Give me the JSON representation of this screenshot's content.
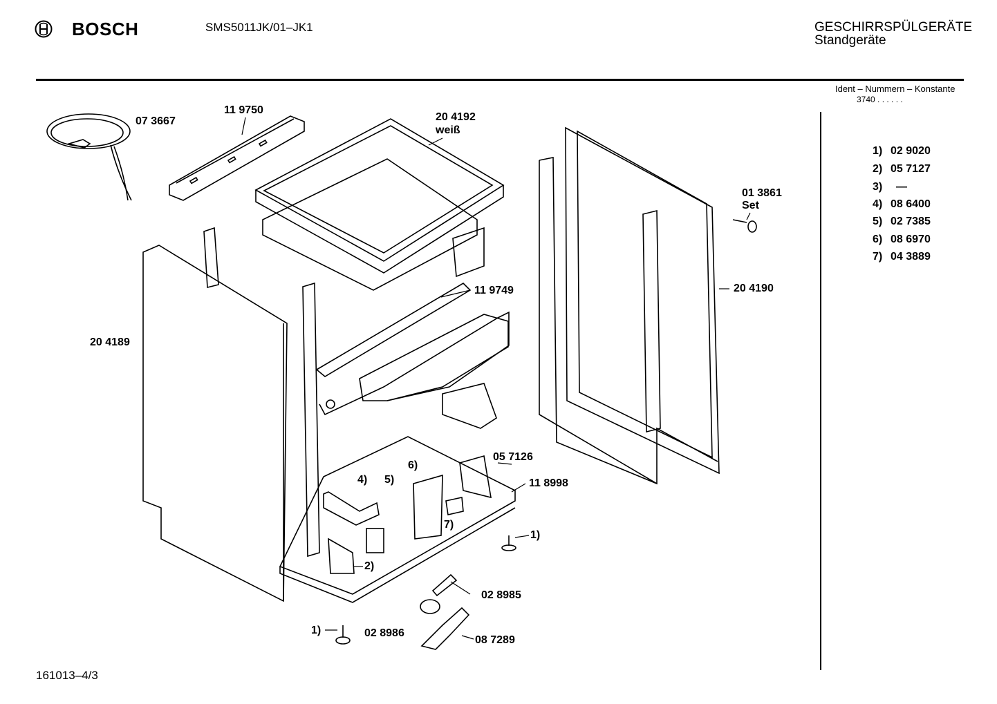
{
  "header": {
    "brand": "BOSCH",
    "model": "SMS5011JK/01–JK1",
    "category_line1": "GESCHIRRSPÜLGERÄTE",
    "category_line2": "Standgeräte"
  },
  "ident": {
    "label": "Ident – Nummern – Konstante",
    "value": "3740 . .   . . . ."
  },
  "legend": [
    {
      "key": "1)",
      "value": "02 9020"
    },
    {
      "key": "2)",
      "value": "05 7127"
    },
    {
      "key": "3)",
      "value": "—"
    },
    {
      "key": "4)",
      "value": "08 6400"
    },
    {
      "key": "5)",
      "value": "02 7385"
    },
    {
      "key": "6)",
      "value": "08 6970"
    },
    {
      "key": "7)",
      "value": "04 3889"
    }
  ],
  "part_labels": {
    "p073667": "07 3667",
    "p119750": "11 9750",
    "p204192": "20 4192",
    "p204192_note": "weiß",
    "p013861": "01 3861",
    "p013861_note": "Set",
    "p119749": "11 9749",
    "p204190": "20 4190",
    "p204189": "20 4189",
    "p057126": "05 7126",
    "p118998": "11 8998",
    "r4": "4)",
    "r5": "5)",
    "r6": "6)",
    "r7": "7)",
    "r1a": "1)",
    "r2": "2)",
    "p028985": "02 8985",
    "r1b": "1)",
    "p028986": "02 8986",
    "p087289": "08 7289"
  },
  "footer": {
    "code": "161013–4/3"
  },
  "icons": {
    "logo": "bosch-armature-icon"
  }
}
